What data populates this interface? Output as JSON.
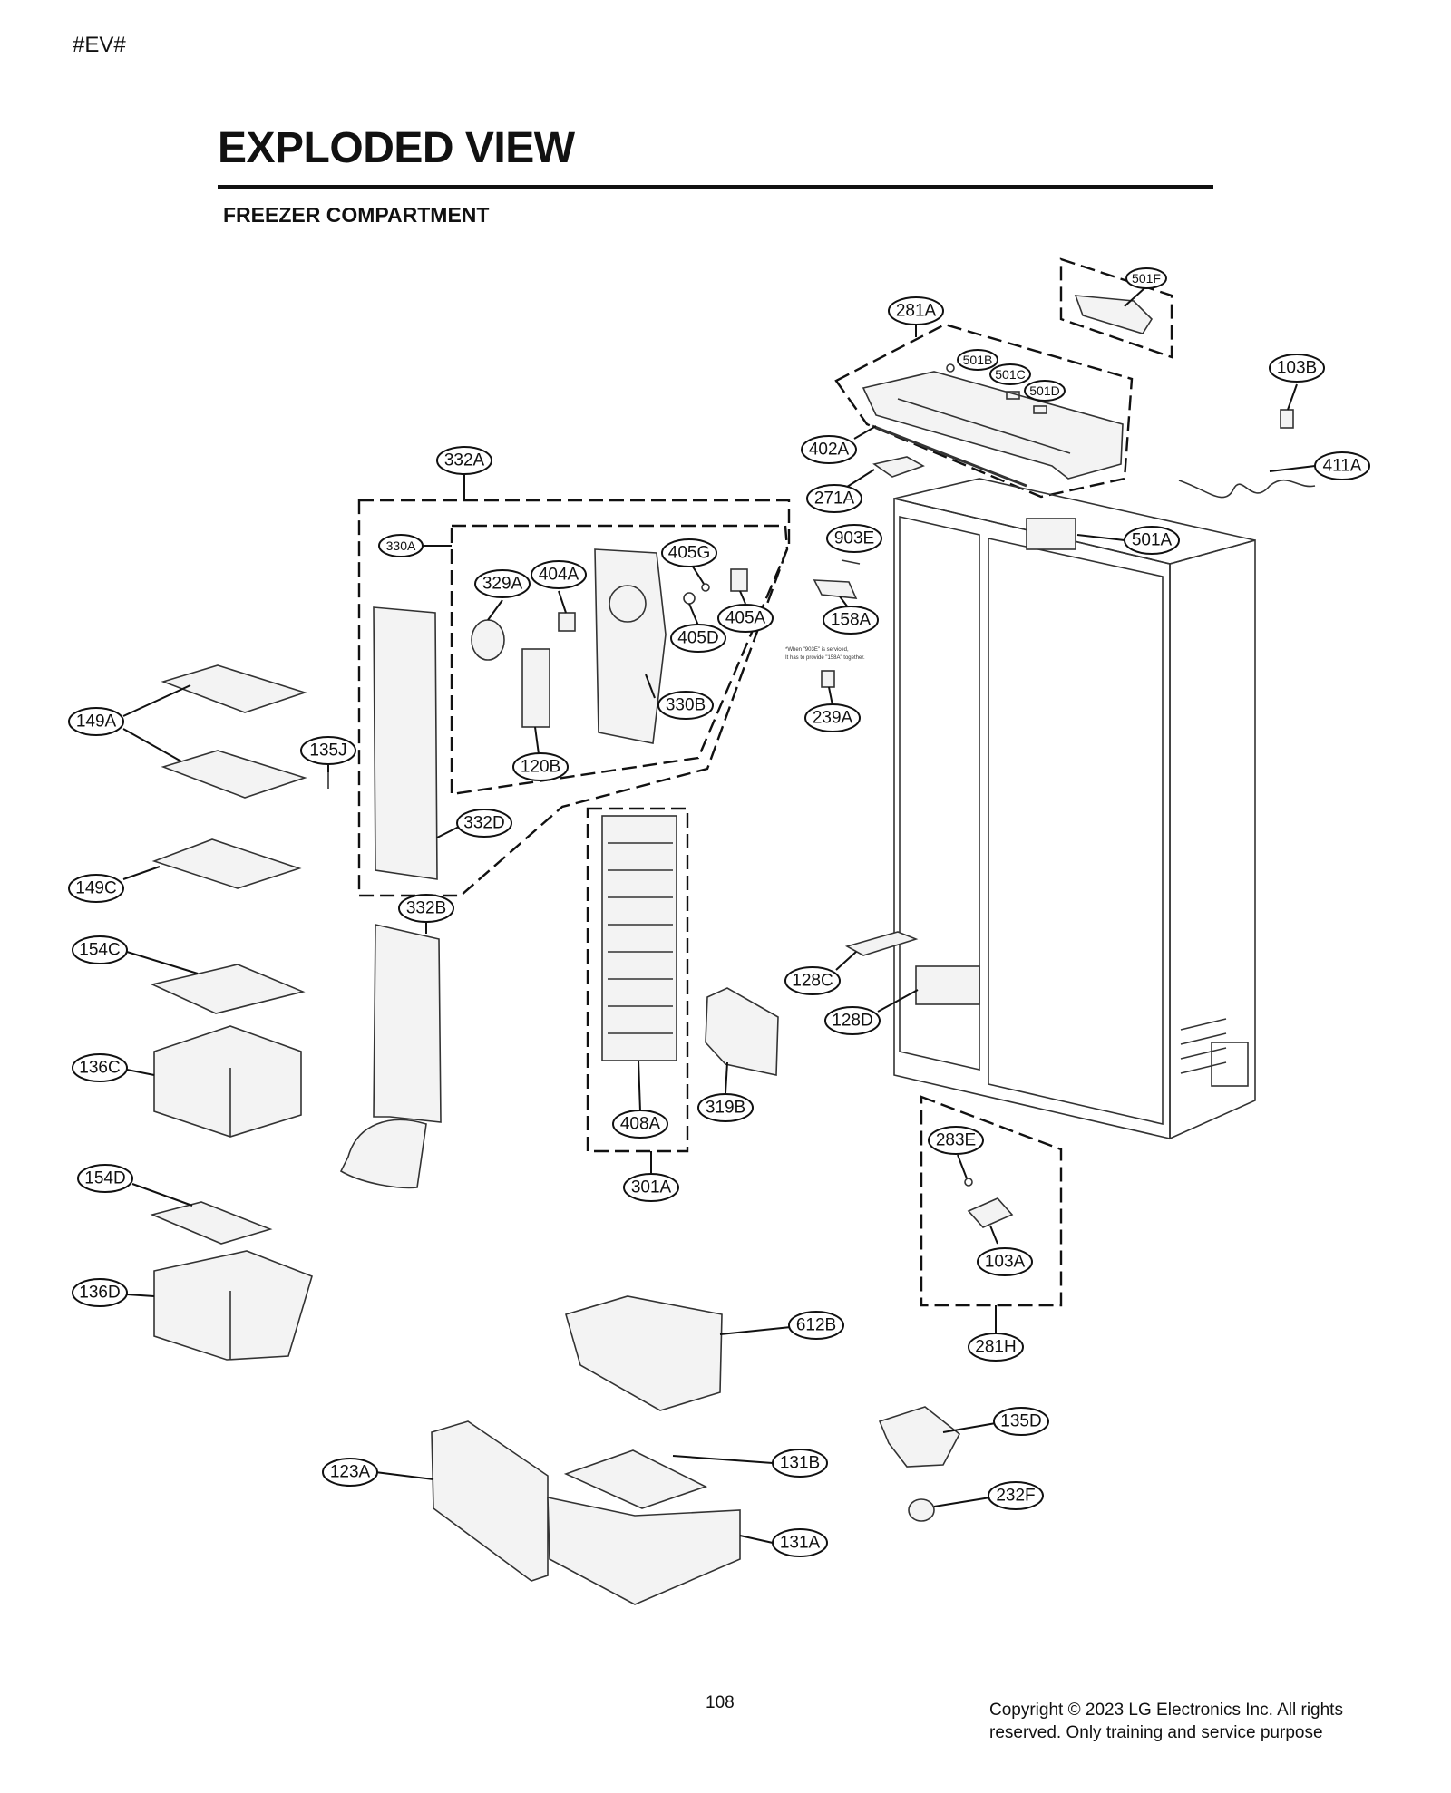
{
  "header": {
    "tag": "#EV#",
    "title": "EXPLODED VIEW",
    "subtitle": "FREEZER COMPARTMENT"
  },
  "diagram": {
    "note_line1": "*When \"903E\" is serviced,",
    "note_line2": "It has to provide \"158A\" together.",
    "callouts": {
      "c501F": "501F",
      "c281A": "281A",
      "c501B": "501B",
      "c501C": "501C",
      "c501D": "501D",
      "c103B": "103B",
      "c402A": "402A",
      "c411A": "411A",
      "c332A": "332A",
      "c271A": "271A",
      "c903E": "903E",
      "c501A": "501A",
      "c330A": "330A",
      "c405G": "405G",
      "c329A": "329A",
      "c404A": "404A",
      "c405A": "405A",
      "c158A": "158A",
      "c405D": "405D",
      "c239A": "239A",
      "c330B": "330B",
      "c149A": "149A",
      "c135J": "135J",
      "c120B": "120B",
      "c332D": "332D",
      "c149C": "149C",
      "c332B": "332B",
      "c154C": "154C",
      "c128C": "128C",
      "c128D": "128D",
      "c136C": "136C",
      "c319B": "319B",
      "c408A": "408A",
      "c283E": "283E",
      "c301A": "301A",
      "c154D": "154D",
      "c103A": "103A",
      "c136D": "136D",
      "c612B": "612B",
      "c281H": "281H",
      "c135D": "135D",
      "c123A": "123A",
      "c131B": "131B",
      "c232F": "232F",
      "c131A": "131A"
    }
  },
  "footer": {
    "page_number": "108",
    "copyright_line1": "Copyright © 2023 LG Electronics Inc. All rights",
    "copyright_line2": "reserved. Only training and service purpose"
  }
}
